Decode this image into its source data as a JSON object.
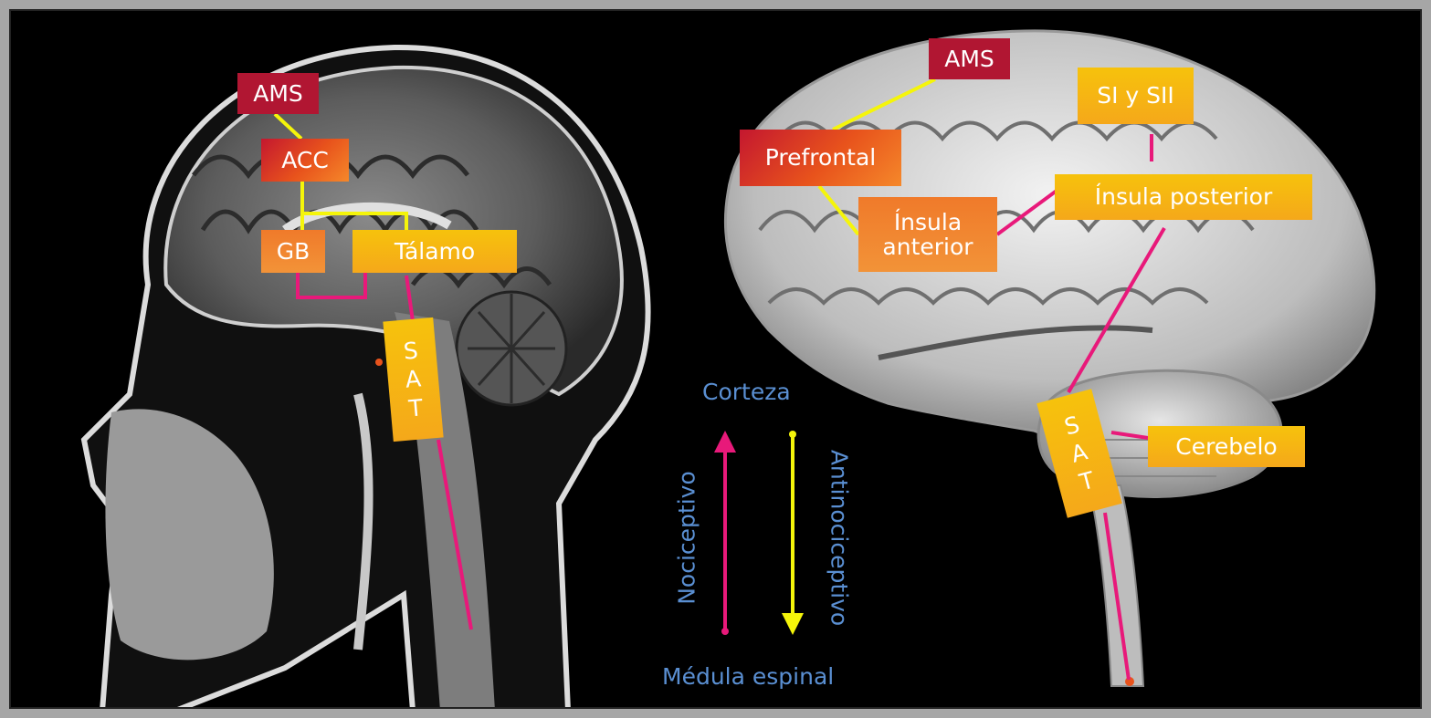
{
  "left_labels": {
    "ams": "AMS",
    "acc": "ACC",
    "gb": "GB",
    "talamo": "Tálamo",
    "sat": [
      "S",
      "A",
      "T"
    ]
  },
  "right_labels": {
    "ams": "AMS",
    "prefrontal": "Prefrontal",
    "insula_anterior_1": "Ínsula",
    "insula_anterior_2": "anterior",
    "si_sii": "SI y SII",
    "insula_posterior": "Ínsula posterior",
    "cerebelo": "Cerebelo",
    "sat": [
      "S",
      "A",
      "T"
    ]
  },
  "legend": {
    "top": "Corteza",
    "bottom": "Médula espinal",
    "up": "Nociceptivo",
    "down": "Antinociceptivo"
  },
  "colors": {
    "nociceptive_line": "#e8197a",
    "antinociceptive_line": "#f5f50a",
    "legend_text": "#5a8fd2",
    "frame": "#a6a6a6"
  }
}
